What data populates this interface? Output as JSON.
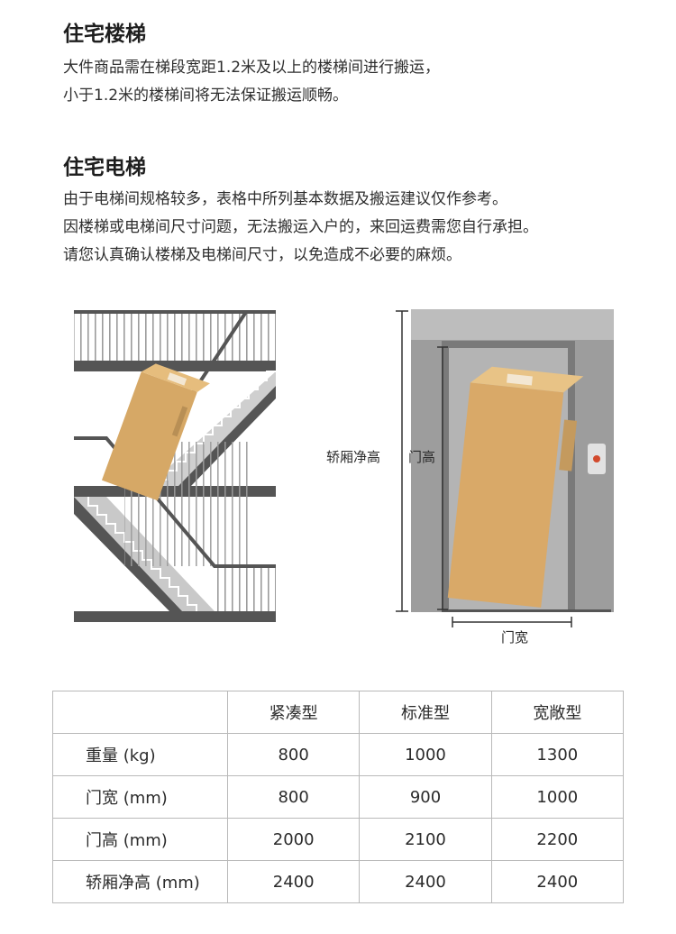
{
  "section1": {
    "title": "住宅楼梯",
    "lines": [
      "大件商品需在梯段宽距1.2米及以上的楼梯间进行搬运，",
      "小于1.2米的楼梯间将无法保证搬运顺畅。"
    ]
  },
  "section2": {
    "title": "住宅电梯",
    "lines": [
      "由于电梯间规格较多，表格中所列基本数据及搬运建议仅作参考。",
      "因楼梯或电梯间尺寸问题，无法搬运入户的，来回运费需您自行承担。",
      "请您认真确认楼梯及电梯间尺寸，以免造成不必要的麻烦。"
    ]
  },
  "elevator_labels": {
    "cabin_height": "轿厢净高",
    "door_height": "门高",
    "door_width": "门宽"
  },
  "table": {
    "headers": [
      "",
      "紧凑型",
      "标准型",
      "宽敞型"
    ],
    "rows": [
      {
        "label": "重量 (kg)",
        "values": [
          "800",
          "1000",
          "1300"
        ]
      },
      {
        "label": "门宽 (mm)",
        "values": [
          "800",
          "900",
          "1000"
        ]
      },
      {
        "label": "门高 (mm)",
        "values": [
          "2000",
          "2100",
          "2200"
        ]
      },
      {
        "label": "轿厢净高 (mm)",
        "values": [
          "2400",
          "2400",
          "2400"
        ]
      }
    ]
  }
}
